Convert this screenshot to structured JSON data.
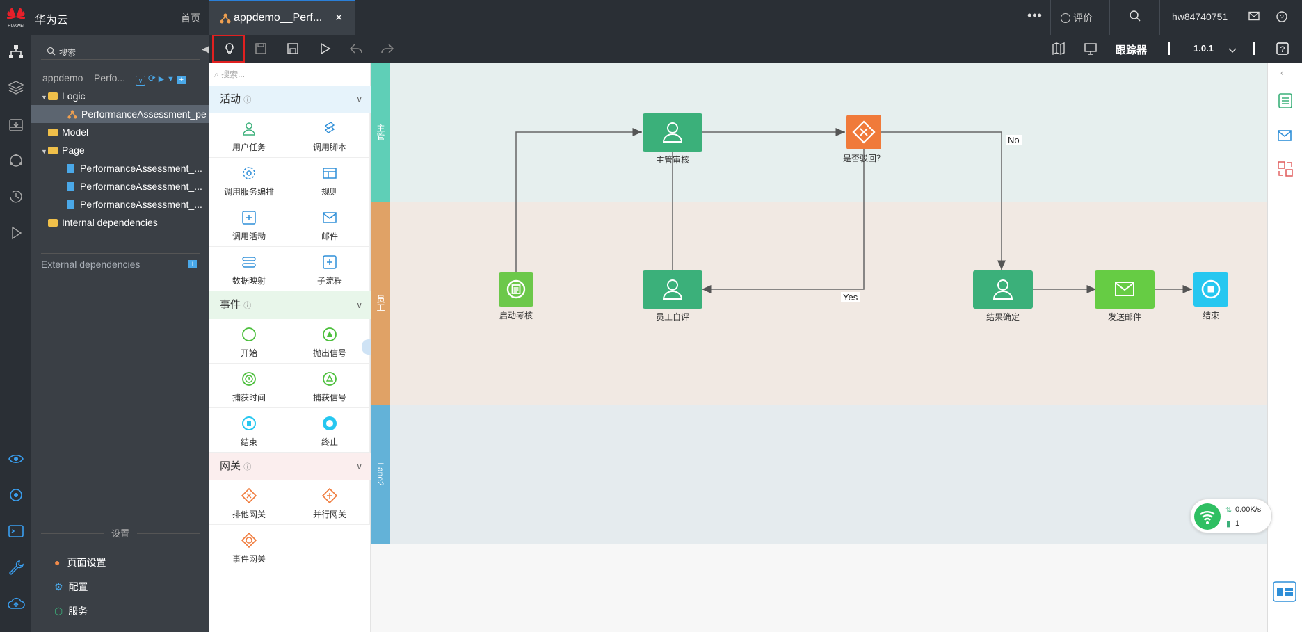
{
  "topbar": {
    "brand_logo_text": "HUAWEI",
    "brand": "华为云",
    "home": "首页",
    "tab_title": "appdemo__Perf...",
    "rate": "评价",
    "user": "hw84740751"
  },
  "explorer": {
    "search_placeholder": "搜索",
    "project": "appdemo__Perfo...",
    "tree": {
      "logic": "Logic",
      "logic_child": "PerformanceAssessment_pe",
      "model": "Model",
      "page": "Page",
      "page_children": [
        "PerformanceAssessment_...",
        "PerformanceAssessment_...",
        "PerformanceAssessment_..."
      ],
      "internal": "Internal dependencies"
    },
    "external": "External dependencies",
    "settings_title": "设置",
    "settings": [
      "页面设置",
      "配置",
      "服务"
    ]
  },
  "toolbar": {
    "tracker": "跟踪器",
    "version": "1.0.1"
  },
  "palette": {
    "search_placeholder": "搜索...",
    "sections": {
      "activity": "活动",
      "event": "事件",
      "gateway": "网关"
    },
    "activity_items": [
      "用户任务",
      "调用脚本",
      "调用服务编排",
      "规则",
      "调用活动",
      "邮件",
      "数据映射",
      "子流程"
    ],
    "event_items": [
      "开始",
      "抛出信号",
      "捕获时间",
      "捕获信号",
      "结束",
      "终止"
    ],
    "gateway_items": [
      "排他网关",
      "并行网关",
      "事件网关"
    ]
  },
  "diagram": {
    "lanes": [
      "主管",
      "员工",
      "Lane2"
    ],
    "nodes": {
      "start": "启动考核",
      "manager_review": "主管审核",
      "decision": "是否驳回？",
      "self_eval": "员工自评",
      "confirm": "结果确定",
      "send_mail": "发送邮件",
      "end": "结束"
    },
    "edges": {
      "no": "No",
      "yes": "Yes"
    },
    "colors": {
      "lane1_header": "#5fcfb7",
      "lane2_header": "#e0a266",
      "lane3_header": "#63b2d8",
      "lane1_bg": "#e6efee",
      "lane2_bg": "#f1e9e3",
      "lane3_bg": "#e5ebee",
      "task_green": "#3bb07a",
      "mail_green": "#66cc44",
      "gateway_orange": "#f07a3a",
      "end_cyan": "#26c7f0"
    }
  },
  "network": {
    "speed": "0.00K/s",
    "count": "1"
  }
}
